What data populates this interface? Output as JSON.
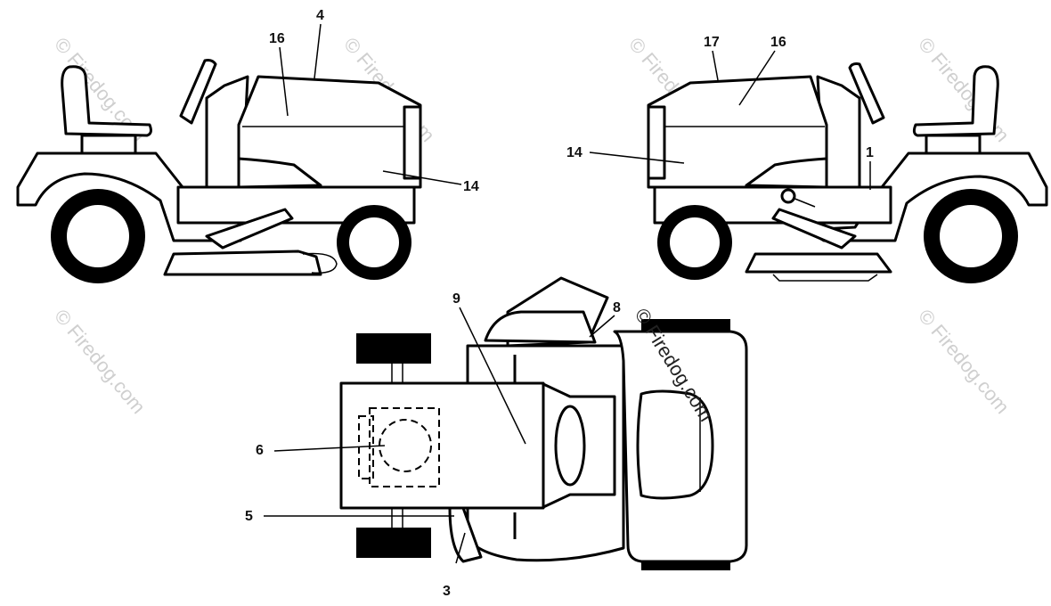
{
  "callouts": {
    "c1": "1",
    "c3": "3",
    "c4": "4",
    "c5": "5",
    "c6": "6",
    "c8": "8",
    "c9": "9",
    "c14_left": "14",
    "c14_right": "14",
    "c16_left": "16",
    "c16_right": "16",
    "c17": "17"
  },
  "watermark": {
    "text": "© Firedog.com"
  },
  "colors": {
    "line": "#000000",
    "watermark": "#cfcfcf"
  }
}
